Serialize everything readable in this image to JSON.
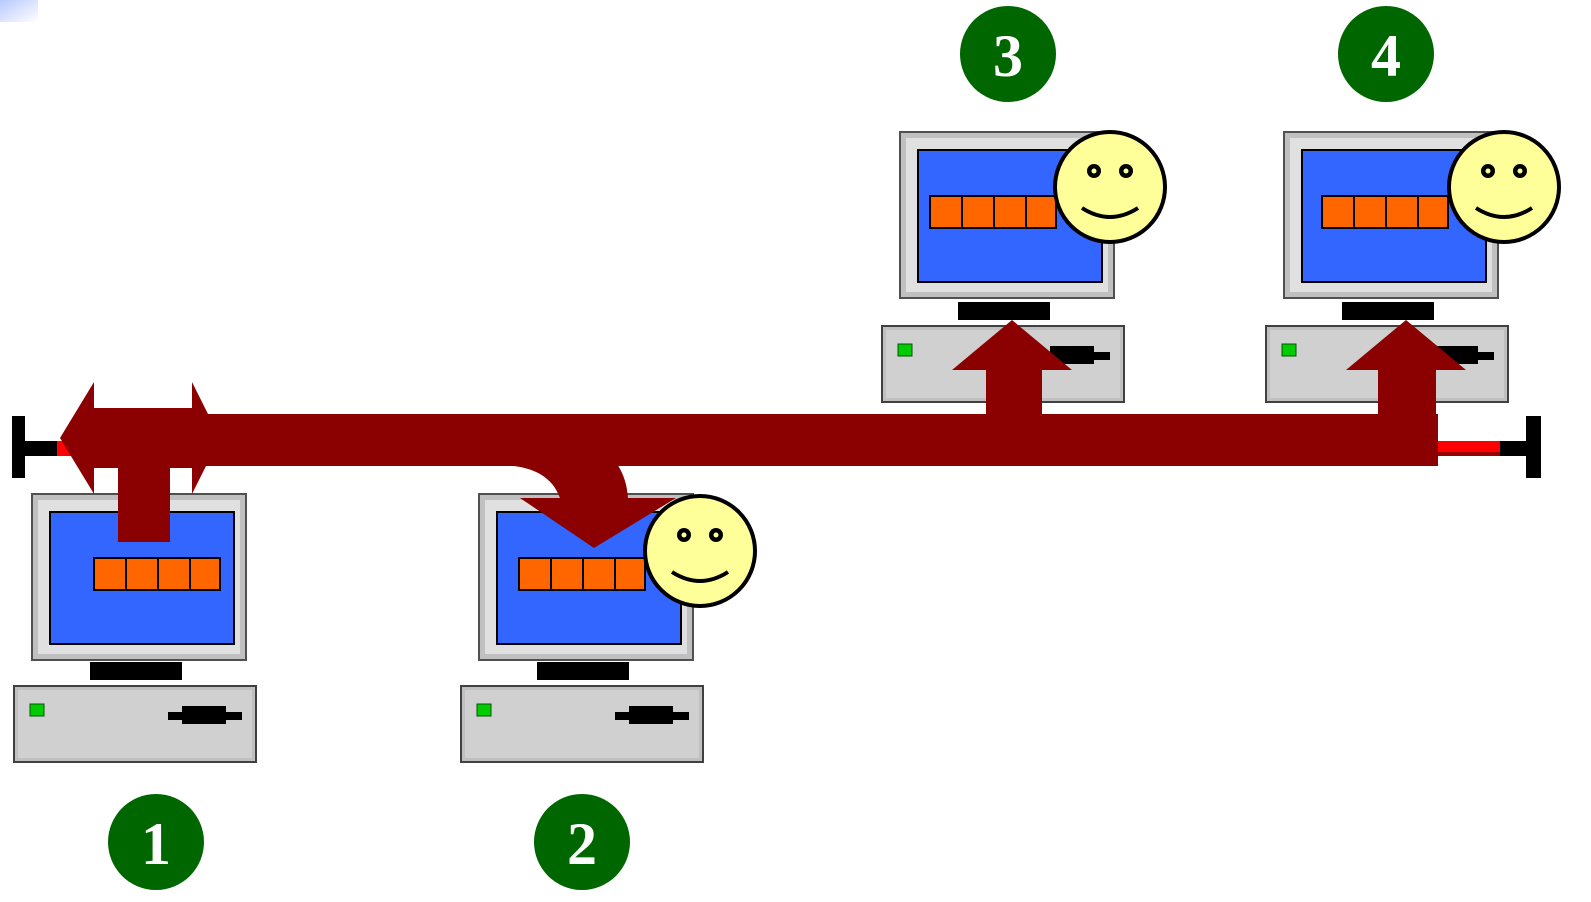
{
  "colors": {
    "bus_arrow": "#8b0000",
    "cable": "#ff0000",
    "terminator": "#000000",
    "screen": "#3366ff",
    "monitor_frame": "#d8d8d8",
    "frame_bg": "#c0c0c0",
    "data_block": "#ff6600",
    "badge": "#006600",
    "smiley": "#ffff99",
    "led": "#00cc00"
  },
  "corner_mark_icon": "gradient-square-icon",
  "computers": [
    {
      "id": "1",
      "label": "1",
      "has_smiley": false
    },
    {
      "id": "2",
      "label": "2",
      "has_smiley": true
    },
    {
      "id": "3",
      "label": "3",
      "has_smiley": true
    },
    {
      "id": "4",
      "label": "4",
      "has_smiley": true
    }
  ]
}
